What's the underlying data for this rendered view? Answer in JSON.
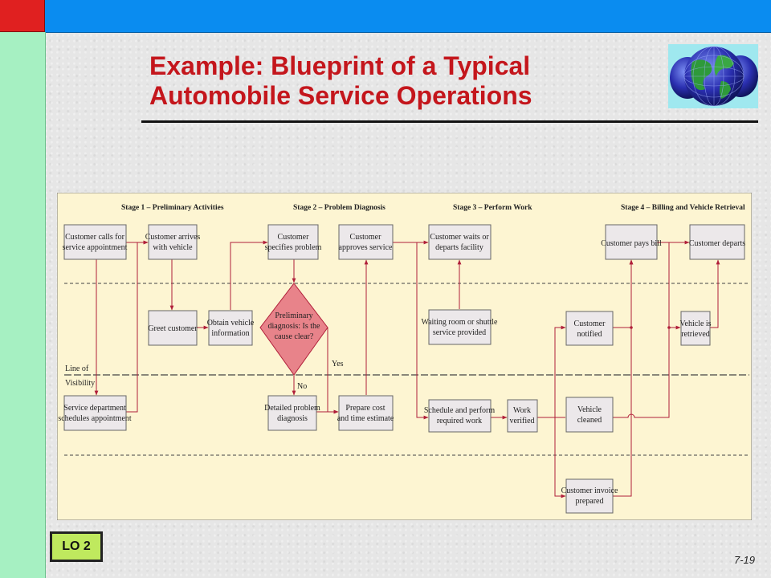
{
  "slide": {
    "title_line1": "Example: Blueprint of a Typical",
    "title_line2": "Automobile Service Operations",
    "lo_badge": "LO 2",
    "page_number": "7-19"
  },
  "colors": {
    "top_bar": "#0a8cf0",
    "left_bar": "#a6f0c2",
    "corner": "#e02020",
    "title": "#c4161c",
    "diagram_bg": "#fdf5d2",
    "box_fill": "#ece8ea",
    "diamond_fill": "#e8838a",
    "arrow": "#b01f3a",
    "lo_badge": "#bfe95e"
  },
  "icons": {
    "globe": "globe-icon"
  },
  "diagram": {
    "stages": [
      "Stage 1 – Preliminary Activities",
      "Stage 2 – Problem Diagnosis",
      "Stage 3 – Perform Work",
      "Stage 4 – Billing and Vehicle Retrieval"
    ],
    "line_of_visibility": [
      "Line of",
      "Visibility"
    ],
    "nodes": {
      "calls": [
        "Customer calls for",
        "service appointment"
      ],
      "arrives": [
        "Customer arrives",
        "with vehicle"
      ],
      "specifies": [
        "Customer",
        "specifies problem"
      ],
      "approves": [
        "Customer",
        "approves service"
      ],
      "waits": [
        "Customer waits or",
        "departs facility"
      ],
      "pays": [
        "Customer pays bill"
      ],
      "departs": [
        "Customer departs"
      ],
      "greet": [
        "Greet customer"
      ],
      "obtain": [
        "Obtain vehicle",
        "information"
      ],
      "diamond": [
        "Preliminary",
        "diagnosis: Is the",
        "cause clear?"
      ],
      "waiting_room": [
        "Waiting room or shuttle",
        "service provided"
      ],
      "notified": [
        "Customer",
        "notified"
      ],
      "retrieved": [
        "Vehicle is",
        "retrieved"
      ],
      "schedules": [
        "Service department",
        "schedules appointment"
      ],
      "detailed": [
        "Detailed problem",
        "diagnosis"
      ],
      "prepare": [
        "Prepare cost",
        "and time estimate"
      ],
      "schedule_work": [
        "Schedule and perform",
        "required work"
      ],
      "verified": [
        "Work",
        "verified"
      ],
      "cleaned": [
        "Vehicle",
        "cleaned"
      ],
      "invoice": [
        "Customer invoice",
        "prepared"
      ]
    },
    "decision_labels": {
      "yes": "Yes",
      "no": "No"
    }
  }
}
